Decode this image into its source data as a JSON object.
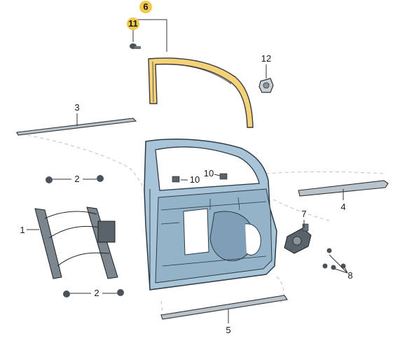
{
  "callouts": {
    "c1": "1",
    "c2a": "2",
    "c2b": "2",
    "c3": "3",
    "c4": "4",
    "c5": "5",
    "c6": "6",
    "c7": "7",
    "c8": "8",
    "c10a": "10",
    "c10b": "10",
    "c11": "11",
    "c12": "12"
  },
  "colors": {
    "highlight": "#f2c94c",
    "door": "#a8c4d8",
    "door_dark": "#6f8ea5",
    "strip": "#b9c3cc",
    "part": "#4a525a"
  }
}
